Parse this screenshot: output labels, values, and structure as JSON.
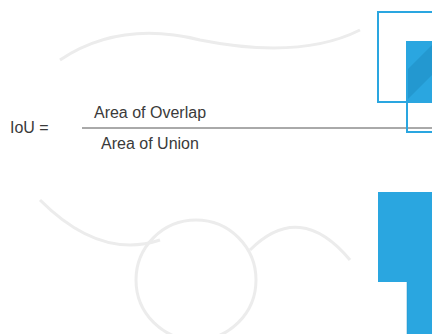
{
  "diagram": {
    "labels": [
      "IoU =",
      "Area of Overlap",
      "Area of Union"
    ]
  }
}
